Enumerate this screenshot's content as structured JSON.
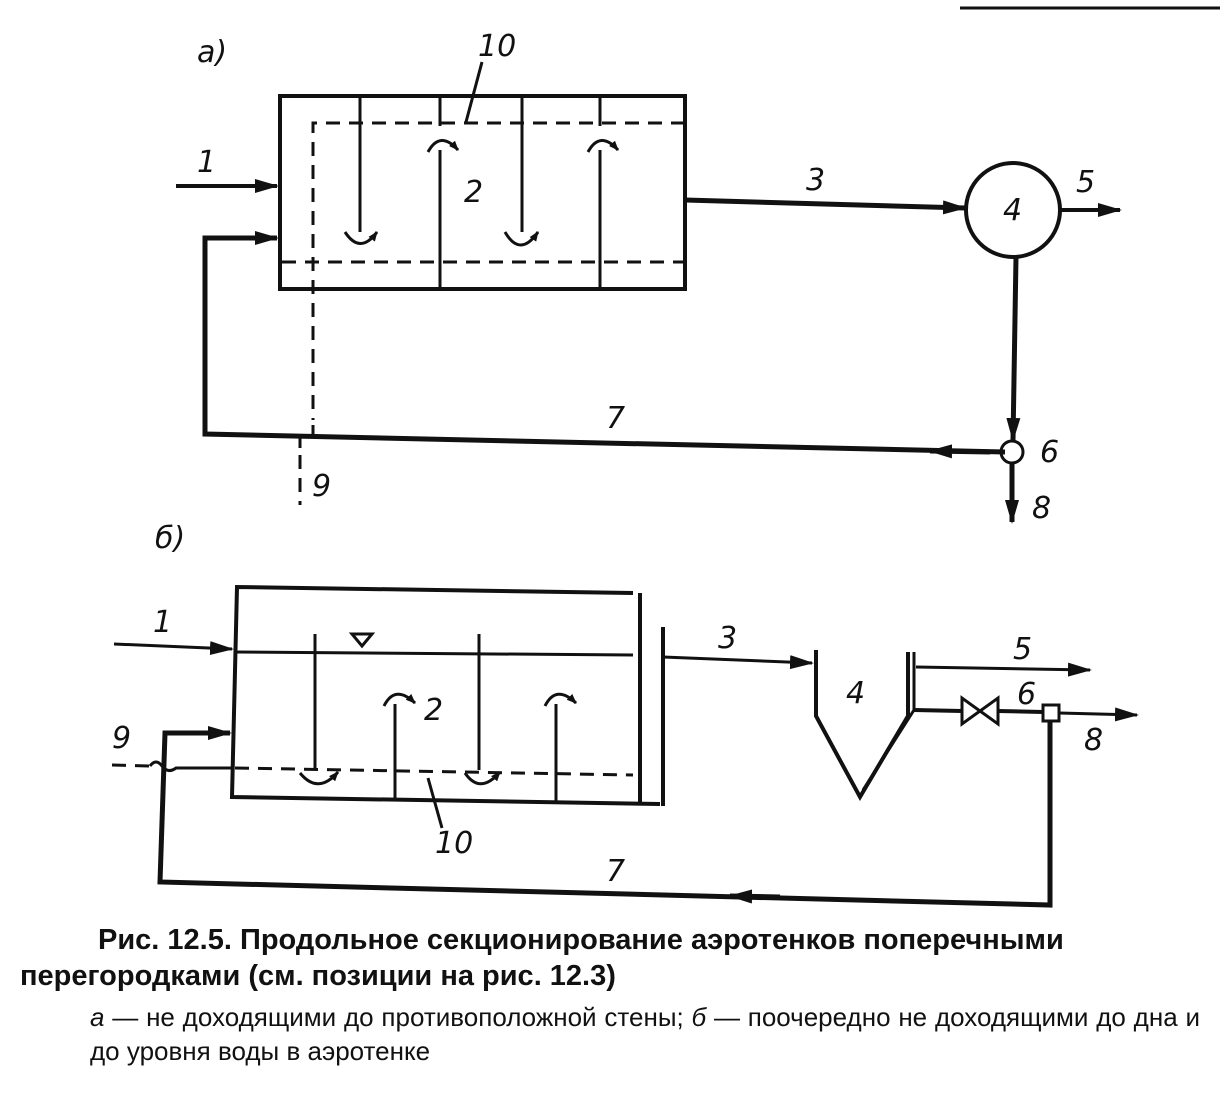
{
  "panel_a": {
    "tag": "а)",
    "labels": {
      "l1": "1",
      "l2": "2",
      "l3": "3",
      "l4": "4",
      "l5": "5",
      "l6": "6",
      "l7": "7",
      "l8": "8",
      "l9": "9",
      "l10": "10"
    }
  },
  "panel_b": {
    "tag": "б)",
    "labels": {
      "l1": "1",
      "l2": "2",
      "l3": "3",
      "l4": "4",
      "l5": "5",
      "l6": "6",
      "l7": "7",
      "l8": "8",
      "l9": "9",
      "l10": "10"
    }
  },
  "caption": {
    "title_line1": "Рис. 12.5. Продольное секционирование аэротенков поперечными",
    "title_line2": "перегородками (см. позиции на рис. 12.3)",
    "a_marker": "а",
    "a_text": " — не доходящими до противоположной стены; ",
    "b_marker": "б",
    "b_text": " — поочередно не доходящими до дна и до уровня воды в аэротенке"
  }
}
